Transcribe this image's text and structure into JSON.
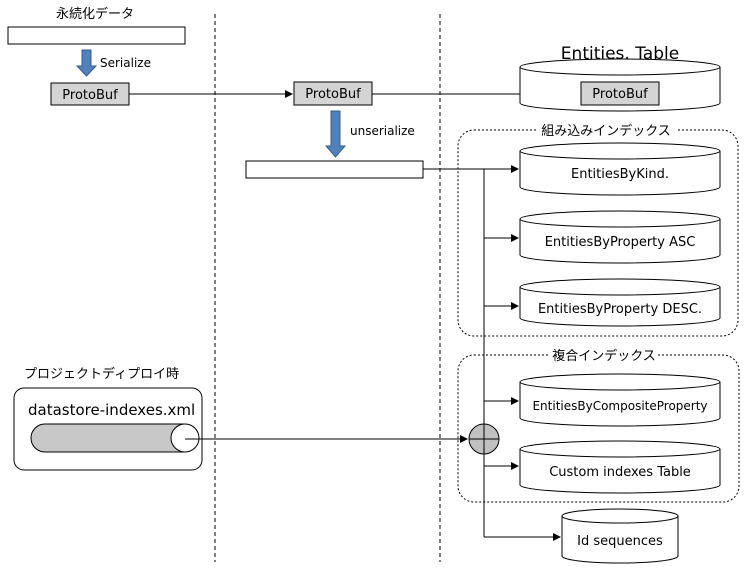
{
  "labels": {
    "persistent_data": "永続化データ",
    "serialize": "Serialize",
    "unserialize": "unserialize",
    "protobuf_left": "ProtoBuf",
    "protobuf_middle": "ProtoBuf",
    "protobuf_right": "ProtoBuf",
    "entities_table": "Entities. Table",
    "builtin_indexes": "組み込みインデックス",
    "composite_indexes": "複合インデックス",
    "deploy_time": "プロジェクトディプロイ時",
    "indexes_xml": "datastore-indexes.xml"
  },
  "tables": {
    "by_kind": "EntitiesByKind.",
    "by_property_asc": "EntitiesByProperty ASC",
    "by_property_desc": "EntitiesByProperty DESC.",
    "by_composite_property": "EntitiesByCompositeProperty",
    "custom_indexes": "Custom indexes Table",
    "id_sequences": "Id sequences"
  },
  "colors": {
    "arrow_fill": "#4f81bd",
    "arrow_stroke": "#385d8a",
    "protobuf_fill": "#d4d4d4",
    "scroll_fill": "#c8c8c8",
    "merge_fill": "#c0c0c0",
    "line": "#000000"
  }
}
